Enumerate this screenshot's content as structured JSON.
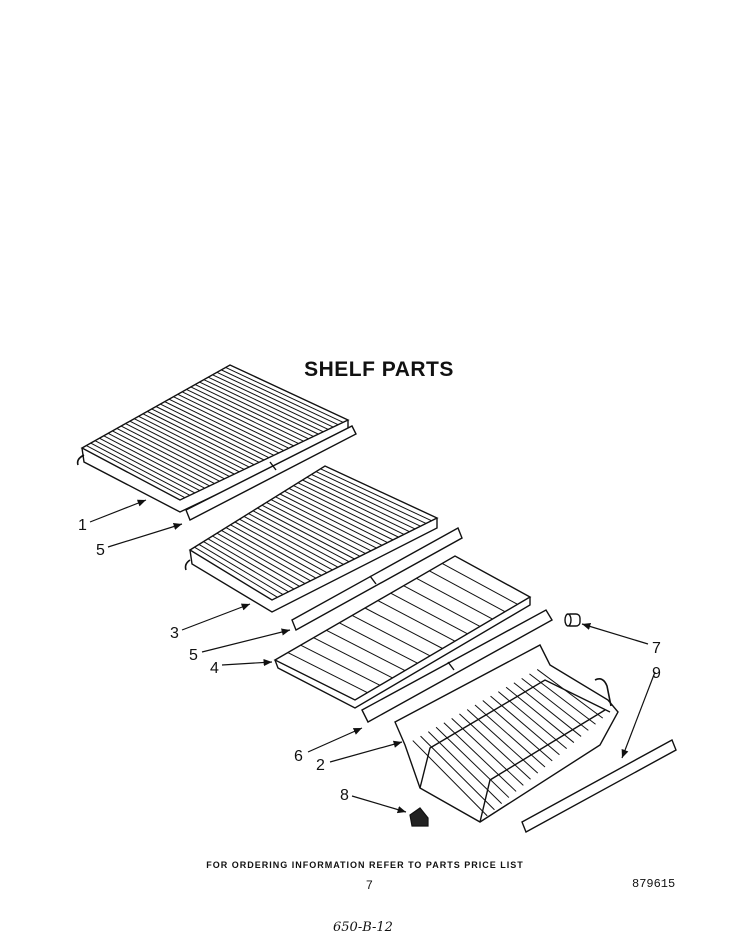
{
  "title": "SHELF PARTS",
  "callouts": [
    {
      "id": "c1",
      "text": "1"
    },
    {
      "id": "c5a",
      "text": "5"
    },
    {
      "id": "c3",
      "text": "3"
    },
    {
      "id": "c5b",
      "text": "5"
    },
    {
      "id": "c4",
      "text": "4"
    },
    {
      "id": "c7",
      "text": "7"
    },
    {
      "id": "c9",
      "text": "9"
    },
    {
      "id": "c6",
      "text": "6"
    },
    {
      "id": "c2",
      "text": "2"
    },
    {
      "id": "c8",
      "text": "8"
    }
  ],
  "footer": {
    "ordering_note": "FOR ORDERING INFORMATION REFER TO PARTS PRICE LIST",
    "page_number": "7",
    "part_number": "879615",
    "handwritten_note": "650-B-12"
  }
}
